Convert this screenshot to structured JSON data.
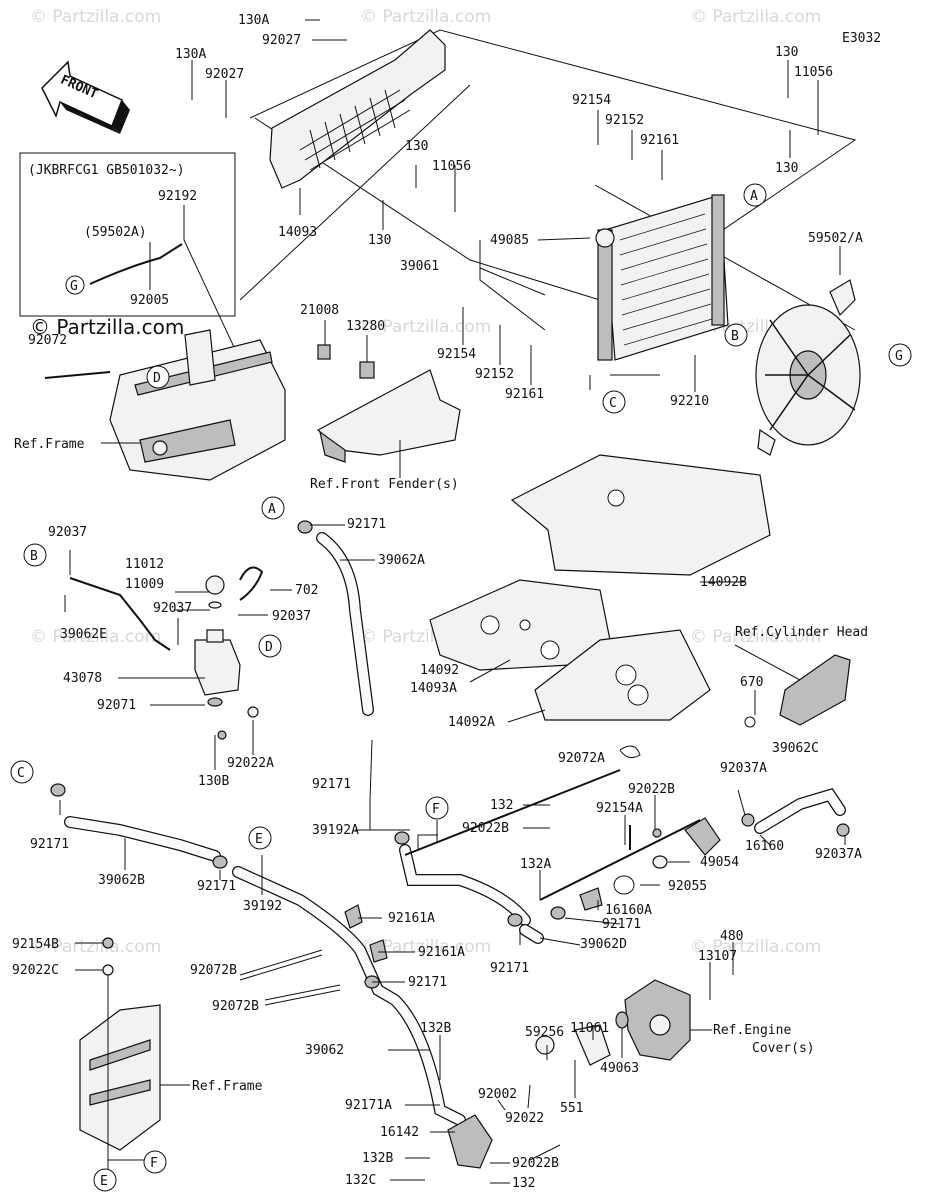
{
  "diagram_code": "E3032",
  "brand_watermark": "© Partzilla.com",
  "watermark_text": "© Partzilla.com",
  "front_label": "FRONT",
  "inset": {
    "note": "(JKBRFCG1 GB501032~)",
    "parts": [
      "92192",
      "(59502A)",
      "92005"
    ],
    "ref_circle": "G"
  },
  "ref_circles": [
    "A",
    "B",
    "C",
    "D",
    "E",
    "F",
    "G"
  ],
  "part_labels": {
    "p130A_top": "130A",
    "p92027_top": "92027",
    "p130A_left": "130A",
    "p92027_left": "92027",
    "p14093": "14093",
    "p130_mid": "130",
    "p11056_mid": "11056",
    "p130_midlow": "130",
    "p130_r1": "130",
    "p11056_r": "11056",
    "p130_r2": "130",
    "p92154_top": "92154",
    "p92152_top": "92152",
    "p92161_top": "92161",
    "p49085": "49085",
    "p39061": "39061",
    "p59502A": "59502/A",
    "p21008": "21008",
    "p13280": "13280",
    "p92154_mid": "92154",
    "p92152_mid": "92152",
    "p92161_mid": "92161",
    "p92210": "92210",
    "p92072_top": "92072",
    "ref_frame_1": "Ref.Frame",
    "ref_front_fender": "Ref.Front Fender(s)",
    "p92037_a": "92037",
    "p39062E": "39062E",
    "p92037_b": "92037",
    "p43078": "43078",
    "p92071": "92071",
    "p130B": "130B",
    "p92022A": "92022A",
    "p11012": "11012",
    "p11009": "11009",
    "p702": "702",
    "p92037_c": "92037",
    "p92171_A": "92171",
    "p39062A": "39062A",
    "p14092B": "14092B",
    "p14092": "14092",
    "p14093A": "14093A",
    "p14092A": "14092A",
    "p92072A": "92072A",
    "ref_cyl_head": "Ref.Cylinder Head",
    "p670": "670",
    "p39062C": "39062C",
    "p92037A_1": "92037A",
    "p92037A_2": "92037A",
    "p16160": "16160",
    "p92022B_1": "92022B",
    "p92154A": "92154A",
    "p49054": "49054",
    "p92055": "92055",
    "p132": "132",
    "p92022B_2": "92022B",
    "p132A": "132A",
    "p16160A": "16160A",
    "p92171_d": "92171",
    "p92171_e": "92171",
    "p39062D": "39062D",
    "p92171_f": "92171",
    "p39192A": "39192A",
    "p92171_C": "92171",
    "p39062B": "39062B",
    "p92171_g": "92171",
    "p39192": "39192",
    "p92161A_1": "92161A",
    "p92161A_2": "92161A",
    "p92171_h": "92171",
    "p92154B": "92154B",
    "p92022C": "92022C",
    "p92072B_1": "92072B",
    "p92072B_2": "92072B",
    "p39062": "39062",
    "p132B_1": "132B",
    "p92171A": "92171A",
    "p16142": "16142",
    "p132B_2": "132B",
    "p132C": "132C",
    "p92002": "92002",
    "p92022": "92022",
    "p92022B_3": "92022B",
    "p132_b": "132",
    "p59256": "59256",
    "p11061": "11061",
    "p49063": "49063",
    "p551": "551",
    "p13107": "13107",
    "p480": "480",
    "ref_engine_cover_1": "Ref.Engine",
    "ref_engine_cover_2": "Cover(s)",
    "ref_frame_2": "Ref.Frame"
  }
}
